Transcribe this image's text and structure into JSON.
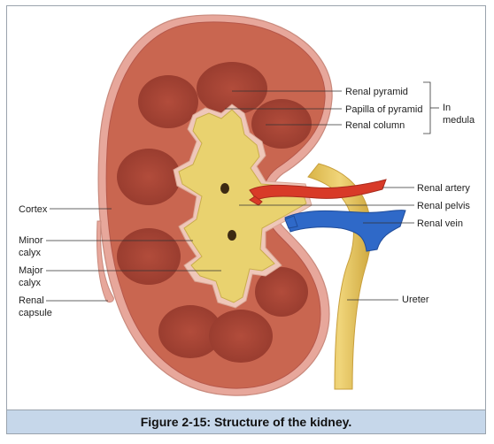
{
  "figure": {
    "caption": "Figure 2-15: Structure of the kidney.",
    "labels": {
      "renal_pyramid": "Renal pyramid",
      "papilla_of_pyramid": "Papilla of pyramid",
      "renal_column": "Renal column",
      "in_medula_line1": "In",
      "in_medula_line2": "medula",
      "renal_artery": "Renal artery",
      "renal_pelvis": "Renal pelvis",
      "renal_vein": "Renal vein",
      "cortex": "Cortex",
      "minor_calyx_line1": "Minor",
      "minor_calyx_line2": "calyx",
      "major_calyx_line1": "Major",
      "major_calyx_line2": "calyx",
      "renal_capsule_line1": "Renal",
      "renal_capsule_line2": "capsule",
      "ureter": "Ureter"
    }
  },
  "colors": {
    "capsule": "#e7a79b",
    "cortex": "#c96650",
    "pyramid": "#a54637",
    "pelvis": "#e9d26f",
    "ureter": "#e3c154",
    "artery": "#d83a28",
    "vein": "#2f69c8",
    "caption_bg": "#c6d7ea"
  }
}
